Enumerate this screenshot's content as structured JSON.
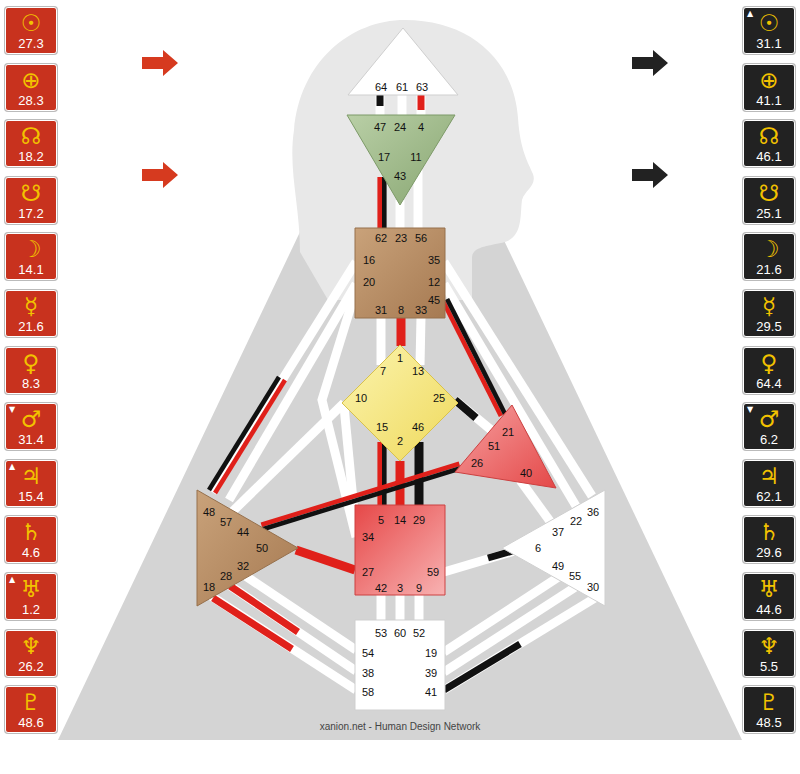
{
  "diagram": {
    "nodes": [
      {
        "text": [
          "☉",
          "27.3"
        ]
      },
      {
        "text": [
          "⊕",
          "28.3"
        ]
      },
      {
        "text": [
          "☊",
          "18.2"
        ]
      },
      {
        "text": [
          "☋",
          "17.2"
        ]
      },
      {
        "text": [
          "☽",
          "14.1"
        ]
      },
      {
        "text": [
          "☿",
          "21.6"
        ]
      },
      {
        "text": [
          "♀",
          "8.3"
        ]
      },
      {
        "text": [
          "▼",
          "♂",
          "31.4"
        ]
      },
      {
        "text": [
          "▲",
          "♃",
          "15.4"
        ]
      },
      {
        "text": [
          "♄",
          "4.6"
        ]
      },
      {
        "text": [
          "▲",
          "♅",
          "1.2"
        ]
      },
      {
        "text": [
          "♆",
          "26.2"
        ]
      },
      {
        "text": [
          "♇",
          "48.6"
        ]
      },
      {
        "text": [
          "64",
          "61",
          "63"
        ]
      },
      {
        "text": [
          "47",
          "24",
          "4",
          "17",
          "11",
          "43"
        ]
      },
      {
        "text": [
          "62",
          "23",
          "56",
          "16",
          "35",
          "20",
          "12",
          "45",
          "31",
          "8",
          "33"
        ]
      },
      {
        "text": [
          "1",
          "7",
          "13",
          "10",
          "25",
          "15",
          "46",
          "2"
        ]
      },
      {
        "text": [
          "21",
          "51",
          "26",
          "40"
        ]
      },
      {
        "text": [
          "48",
          "57",
          "44",
          "50",
          "32",
          "28",
          "18"
        ]
      },
      {
        "text": [
          "5",
          "14",
          "29",
          "34",
          "27",
          "59",
          "42",
          "3",
          "9"
        ]
      },
      {
        "text": [
          "36",
          "22",
          "37",
          "6",
          "49",
          "55",
          "30"
        ]
      },
      {
        "text": [
          "53",
          "60",
          "52",
          "54",
          "19",
          "38",
          "39",
          "58",
          "41"
        ]
      },
      {
        "text": [
          "▲",
          "☉",
          "31.1"
        ]
      },
      {
        "text": [
          "⊕",
          "41.1"
        ]
      },
      {
        "text": [
          "☊",
          "46.1"
        ]
      },
      {
        "text": [
          "☋",
          "25.1"
        ]
      },
      {
        "text": [
          "☽",
          "21.6"
        ]
      },
      {
        "text": [
          "☿",
          "29.5"
        ]
      },
      {
        "text": [
          "♀",
          "64.4"
        ]
      },
      {
        "text": [
          "▼",
          "♂",
          "6.2"
        ]
      },
      {
        "text": [
          "♃",
          "62.1"
        ]
      },
      {
        "text": [
          "♄",
          "29.6"
        ]
      },
      {
        "text": [
          "♅",
          "44.6"
        ]
      },
      {
        "text": [
          "♆",
          "5.5"
        ]
      },
      {
        "text": [
          "♇",
          "48.5"
        ]
      }
    ],
    "edges": [
      {
        "from": 14,
        "to": 15,
        "arrow": "none"
      },
      {
        "from": 15,
        "to": 16,
        "arrow": "none"
      },
      {
        "from": 16,
        "to": 19,
        "arrow": "none"
      },
      {
        "from": 16,
        "to": 19,
        "arrow": "none"
      },
      {
        "from": 16,
        "to": 19,
        "arrow": "none"
      },
      {
        "from": 15,
        "to": 17,
        "arrow": "none"
      },
      {
        "from": 17,
        "to": 18,
        "arrow": "none"
      },
      {
        "from": 18,
        "to": 19,
        "arrow": "none"
      }
    ],
    "labels": [
      "xanion.net - Human Design Network"
    ]
  }
}
